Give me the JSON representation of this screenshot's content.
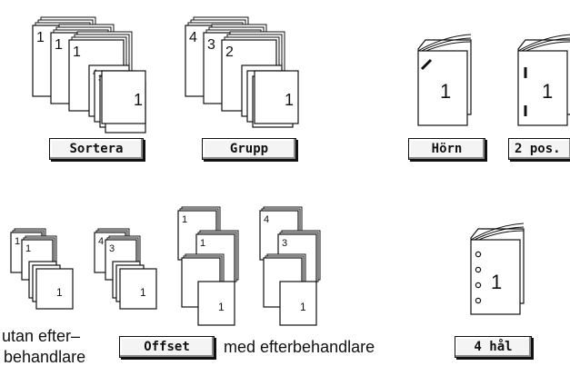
{
  "buttons": {
    "sortera": "Sortera",
    "grupp": "Grupp",
    "horn": "Hörn",
    "two_pos": "2 pos.",
    "offset": "Offset",
    "four_hal": "4 hål"
  },
  "captions": {
    "without_line1": "utan efter–",
    "without_line2": "behandlare",
    "with": "med efterbehandlare"
  },
  "sheet_numbers": {
    "one": "1",
    "two": "2",
    "three": "3",
    "four": "4"
  }
}
